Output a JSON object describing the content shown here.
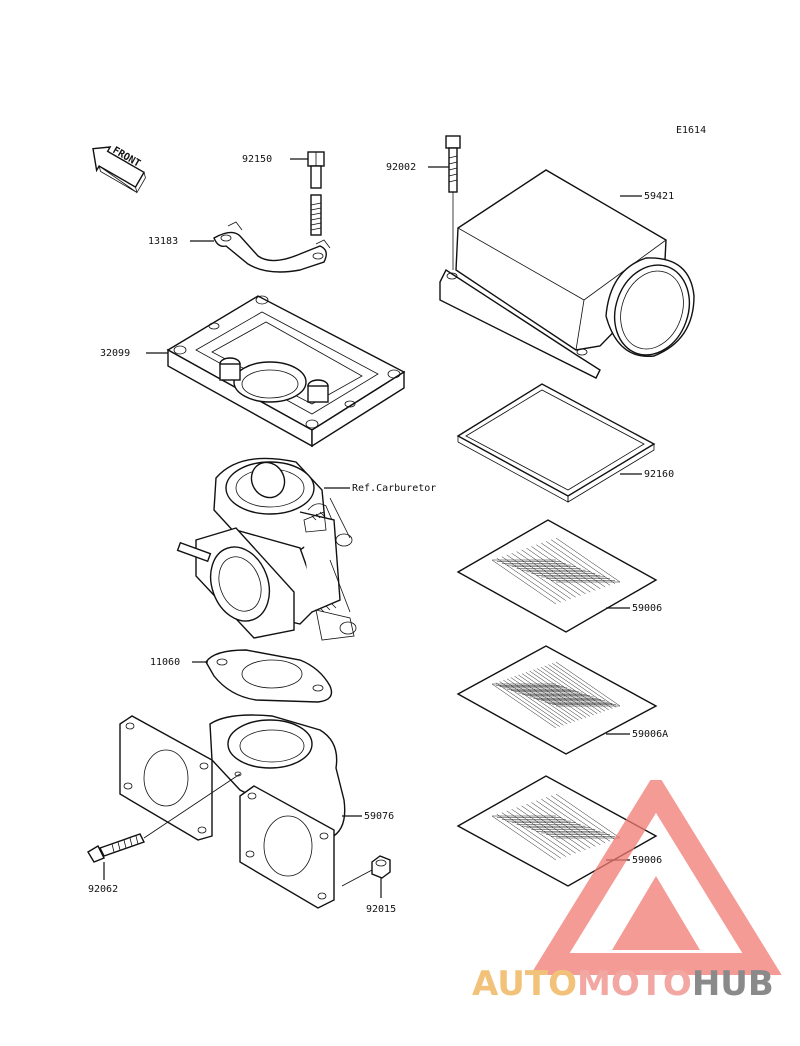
{
  "diagram": {
    "ref_code": "E1614",
    "front_label": "FRONT",
    "parts": [
      {
        "id": "92150",
        "label": "92150"
      },
      {
        "id": "92002",
        "label": "92002"
      },
      {
        "id": "59421",
        "label": "59421"
      },
      {
        "id": "13183",
        "label": "13183"
      },
      {
        "id": "32099",
        "label": "32099"
      },
      {
        "id": "92160",
        "label": "92160"
      },
      {
        "id": "ref-carburetor",
        "label": "Ref.Carburetor"
      },
      {
        "id": "59006",
        "label": "59006"
      },
      {
        "id": "11060",
        "label": "11060"
      },
      {
        "id": "59006A",
        "label": "59006A"
      },
      {
        "id": "59076",
        "label": "59076"
      },
      {
        "id": "59006-2",
        "label": "59006"
      },
      {
        "id": "92062",
        "label": "92062"
      },
      {
        "id": "92015",
        "label": "92015"
      }
    ]
  },
  "watermark": {
    "part1": "AUTO",
    "part2": "MOTO",
    "part3": "HUB",
    "colors": {
      "auto": "#f3c27a",
      "moto": "#f2a7a2",
      "hub": "#8a8a8a",
      "triangle": "#f07a72"
    }
  }
}
